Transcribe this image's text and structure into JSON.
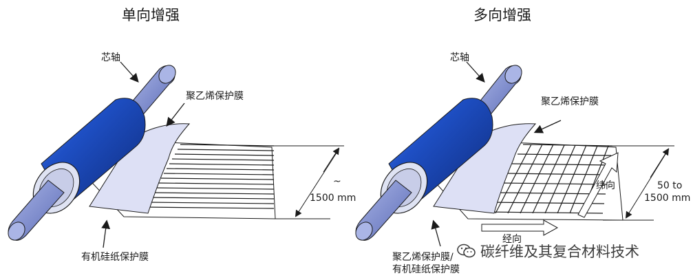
{
  "left": {
    "title": "单向增强",
    "mandrel_label": "芯轴",
    "pe_film_label": "聚乙烯保护膜",
    "silicone_paper_label": "有机硅纸保护膜",
    "width_tilde": "~",
    "width_value": "1500 mm"
  },
  "right": {
    "title": "多向增强",
    "mandrel_label": "芯轴",
    "pe_film_label": "聚乙烯保护膜",
    "weft_label": "纬向",
    "warp_label": "经向",
    "width_line1": "50 to",
    "width_line2": "1500 mm",
    "bottom_label_line1": "聚乙烯保护膜/",
    "bottom_label_line2": "有机硅纸保护膜"
  },
  "watermark": {
    "text": "碳纤维及其复合材料技术",
    "icon": "wechat-icon"
  },
  "colors": {
    "roller_dark": "#0e2a7a",
    "roller_mid": "#1e4fc4",
    "roller_light": "#5a86e6",
    "shaft": "#7d8ccf",
    "shaft_end": "#aab5e6",
    "film": "#dde0f5",
    "line": "#1a1a1a"
  }
}
